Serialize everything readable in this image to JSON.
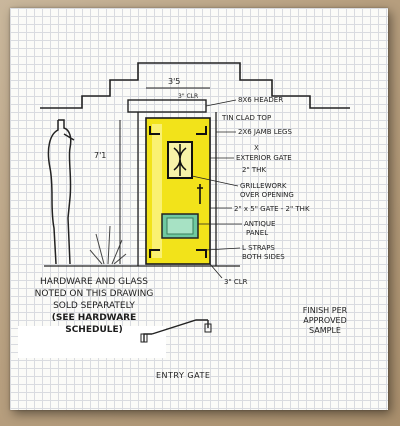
{
  "drawing_title": "ENTRY GATE",
  "notes": {
    "hardware_line1": "HARDWARE AND GLASS",
    "hardware_line2": "NOTED ON THIS DRAWING",
    "hardware_line3": "SOLD SEPARATELY",
    "hardware_line4": "(SEE HARDWARE SCHEDULE)",
    "finish_line1": "FINISH PER",
    "finish_line2": "APPROVED",
    "finish_line3": "SAMPLE"
  },
  "dimensions": {
    "width": "3'5",
    "height": "7'1",
    "top_clearance": "3\" CLR",
    "bottom_clearance": "3\" CLR"
  },
  "callouts": [
    "8X6 HEADER",
    "TIN CLAD TOP",
    "2X6 JAMB LEGS",
    "X",
    "EXTERIOR GATE",
    "2\" THK",
    "GRILLEWORK",
    "OVER OPENING",
    "2\" x 5\" GATE - 2\" THK",
    "ANTIQUE",
    "PANEL",
    "L STRAPS",
    "BOTH SIDES"
  ],
  "colors": {
    "gate_fill": "#f2e31a",
    "ink": "#1a1a1a",
    "panel_green": "#6fc9a0"
  }
}
